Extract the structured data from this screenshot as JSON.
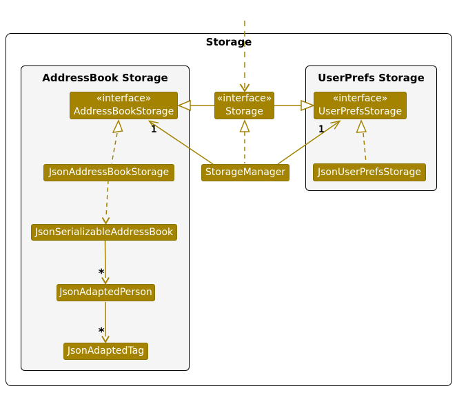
{
  "frame": {
    "title": "Storage"
  },
  "packages": {
    "address_book": {
      "title": "AddressBook Storage"
    },
    "user_prefs": {
      "title": "UserPrefs Storage"
    }
  },
  "classes": {
    "address_book_storage_interface": {
      "stereotype": "«interface»",
      "name": "AddressBookStorage"
    },
    "storage_interface": {
      "stereotype": "«interface»",
      "name": "Storage"
    },
    "user_prefs_storage_interface": {
      "stereotype": "«interface»",
      "name": "UserPrefsStorage"
    },
    "json_address_book_storage": {
      "name": "JsonAddressBookStorage"
    },
    "storage_manager": {
      "name": "StorageManager"
    },
    "json_user_prefs_storage": {
      "name": "JsonUserPrefsStorage"
    },
    "json_serializable_address_book": {
      "name": "JsonSerializableAddressBook"
    },
    "json_adapted_person": {
      "name": "JsonAdaptedPerson"
    },
    "json_adapted_tag": {
      "name": "JsonAdaptedTag"
    }
  },
  "labels": {
    "manager_to_addressbookstorage_multiplicity": "1",
    "manager_to_userprefsstorage_multiplicity": "1",
    "serializable_to_person_multiplicity": "*",
    "person_to_tag_multiplicity": "*"
  },
  "colors": {
    "storage_accent": "#A38300",
    "class_text": "#FFFFFF",
    "package_background": "#F5F5F5",
    "frame_border": "#000000",
    "background": "#FFFFFF"
  }
}
